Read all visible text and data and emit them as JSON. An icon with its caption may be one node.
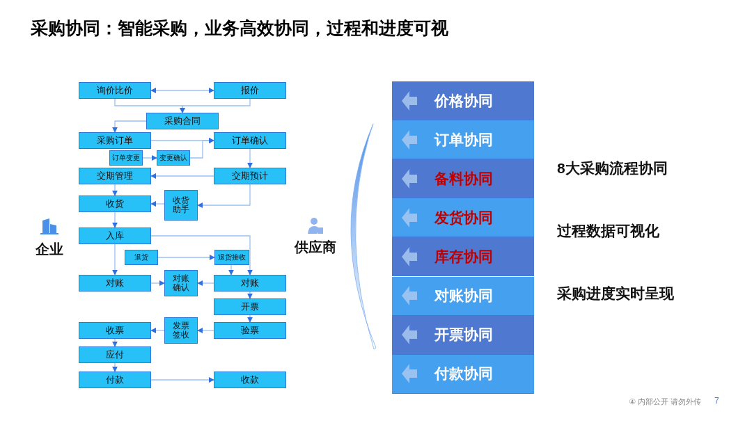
{
  "diagram": {
    "title": "采购协同：智能采购，业务高效协同，过程和进度可视",
    "nodes": [
      {
        "text": [
          "询价比价"
        ]
      },
      {
        "text": [
          "报价"
        ]
      },
      {
        "text": [
          "采购合同"
        ]
      },
      {
        "text": [
          "采购订单"
        ]
      },
      {
        "text": [
          "订单确认"
        ]
      },
      {
        "text": [
          "订单变更"
        ]
      },
      {
        "text": [
          "变更确认"
        ]
      },
      {
        "text": [
          "交期管理"
        ]
      },
      {
        "text": [
          "交期预计"
        ]
      },
      {
        "text": [
          "收货"
        ]
      },
      {
        "text": [
          "收货助手"
        ]
      },
      {
        "text": [
          "入库"
        ]
      },
      {
        "text": [
          "退货"
        ]
      },
      {
        "text": [
          "退货接收"
        ]
      },
      {
        "text": [
          "对账"
        ]
      },
      {
        "text": [
          "对账确认"
        ]
      },
      {
        "text": [
          "对账"
        ]
      },
      {
        "text": [
          "开票"
        ]
      },
      {
        "text": [
          "收票"
        ]
      },
      {
        "text": [
          "发票签收"
        ]
      },
      {
        "text": [
          "验票"
        ]
      },
      {
        "text": [
          "应付"
        ]
      },
      {
        "text": [
          "付款"
        ]
      },
      {
        "text": [
          "收款"
        ]
      },
      {
        "text": [
          "企业"
        ]
      },
      {
        "text": [
          "供应商"
        ]
      },
      {
        "text": [
          "价格协同"
        ]
      },
      {
        "text": [
          "订单协同"
        ]
      },
      {
        "text": [
          "备料协同"
        ]
      },
      {
        "text": [
          "发货协同"
        ]
      },
      {
        "text": [
          "库存协同"
        ]
      },
      {
        "text": [
          "对账协同"
        ]
      },
      {
        "text": [
          "开票协同"
        ]
      },
      {
        "text": [
          "付款协同"
        ]
      }
    ],
    "edges": [
      {
        "from": 0,
        "to": 1,
        "arrow": "both"
      },
      {
        "from": 0,
        "to": 2,
        "arrow": "to"
      },
      {
        "from": 1,
        "to": 2,
        "arrow": "to"
      },
      {
        "from": 2,
        "to": 3,
        "arrow": "to"
      },
      {
        "from": 3,
        "to": 4,
        "arrow": "to"
      },
      {
        "from": 5,
        "to": 6,
        "arrow": "to"
      },
      {
        "from": 6,
        "to": 4,
        "arrow": "to"
      },
      {
        "from": 4,
        "to": 8,
        "arrow": "to"
      },
      {
        "from": 8,
        "to": 7,
        "arrow": "to"
      },
      {
        "from": 7,
        "to": 9,
        "arrow": "to"
      },
      {
        "from": 8,
        "to": 10,
        "arrow": "to"
      },
      {
        "from": 10,
        "to": 9,
        "arrow": "to"
      },
      {
        "from": 9,
        "to": 11,
        "arrow": "to"
      },
      {
        "from": 11,
        "to": 14,
        "arrow": "to"
      },
      {
        "from": 11,
        "to": 16,
        "arrow": "to"
      },
      {
        "from": 12,
        "to": 13,
        "arrow": "to"
      },
      {
        "from": 13,
        "to": 16,
        "arrow": "to"
      },
      {
        "from": 14,
        "to": 15,
        "arrow": "to"
      },
      {
        "from": 16,
        "to": 15,
        "arrow": "to"
      },
      {
        "from": 16,
        "to": 17,
        "arrow": "to"
      },
      {
        "from": 17,
        "to": 20,
        "arrow": "to"
      },
      {
        "from": 20,
        "to": 19,
        "arrow": "to"
      },
      {
        "from": 19,
        "to": 18,
        "arrow": "to"
      },
      {
        "from": 18,
        "to": 21,
        "arrow": "to"
      },
      {
        "from": 21,
        "to": 22,
        "arrow": "to"
      },
      {
        "from": 22,
        "to": 23,
        "arrow": "to"
      }
    ],
    "labels": [
      "8大采购流程协同",
      "过程数据可视化",
      "采购进度实时呈现",
      "④ 内部公开 请勿外传",
      "7"
    ]
  }
}
